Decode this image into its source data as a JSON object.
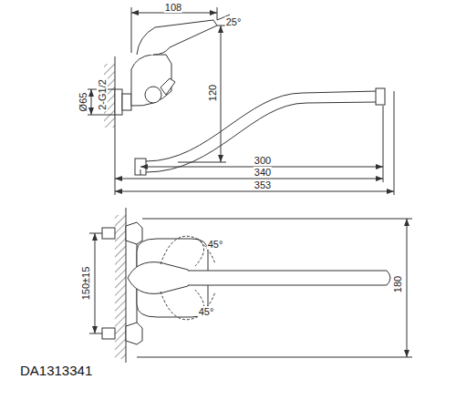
{
  "diagram": {
    "caption": "DA1313341",
    "labels": [
      "108",
      "25°",
      "120",
      "Ø65",
      "2-G1/2",
      "300",
      "340",
      "353",
      "45°",
      "45°",
      "150±15",
      "180"
    ]
  }
}
